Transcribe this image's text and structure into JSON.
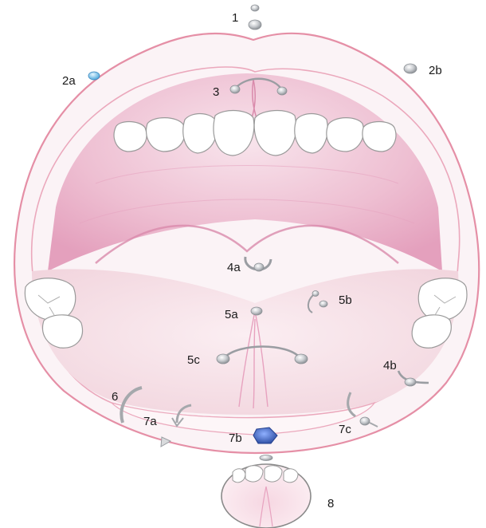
{
  "diagram": {
    "labels": {
      "l1": "1",
      "l2a": "2a",
      "l2b": "2b",
      "l3": "3",
      "l4a": "4a",
      "l4b": "4b",
      "l5a": "5a",
      "l5b": "5b",
      "l5c": "5c",
      "l6": "6",
      "l7a": "7a",
      "l7b": "7b",
      "l7c": "7c",
      "l8": "8"
    },
    "colors": {
      "lip_outline": "#e58fa6",
      "tissue_pink": "#e7a2bf",
      "tissue_light": "#f6dbe6",
      "tooth_fill": "#ffffff",
      "tooth_outline": "#9a9a9a",
      "jewelry_silver": "#b9bcbf",
      "gem_light_blue": "#8fd0f2",
      "gem_dark_blue": "#3c63b8"
    }
  }
}
